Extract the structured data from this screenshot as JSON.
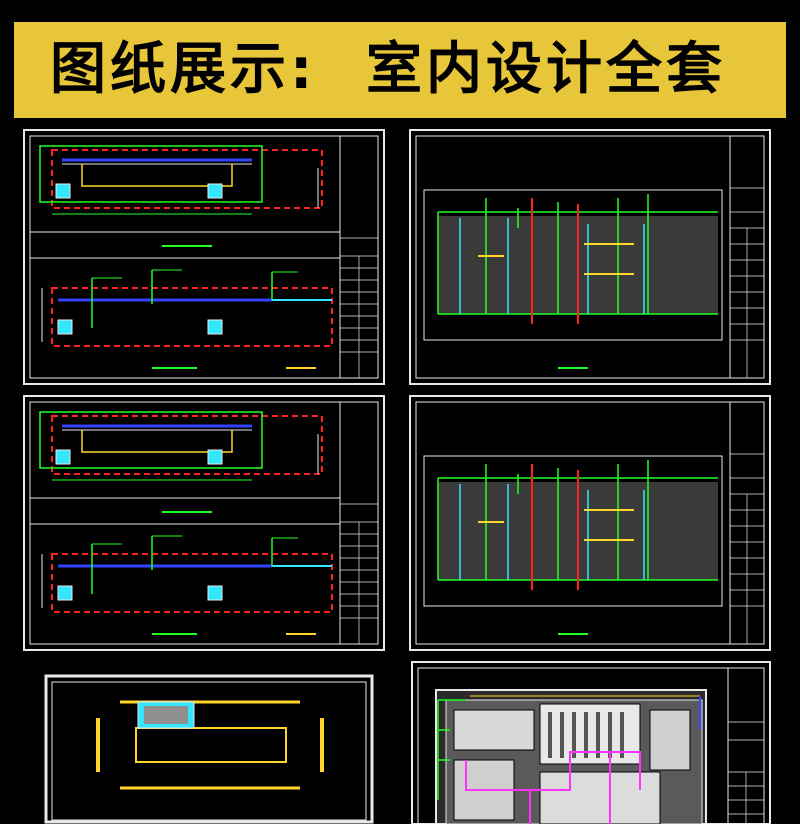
{
  "banner": {
    "label": "图纸展示:",
    "title": "室内设计全套"
  },
  "colors": {
    "banner_bg": "#e8c63a",
    "line_white": "#e8e8e8",
    "cad_red": "#ff2020",
    "cad_green": "#22ff22",
    "cad_cyan": "#33e6ff",
    "cad_yellow": "#ffd52a",
    "cad_blue": "#3344ff",
    "cad_magenta": "#ff33ff"
  },
  "sheets": [
    {
      "kind": "elevation-pair"
    },
    {
      "kind": "wall-elevation"
    },
    {
      "kind": "elevation-pair"
    },
    {
      "kind": "wall-elevation"
    },
    {
      "kind": "ceiling-detail"
    },
    {
      "kind": "floor-plan"
    }
  ]
}
